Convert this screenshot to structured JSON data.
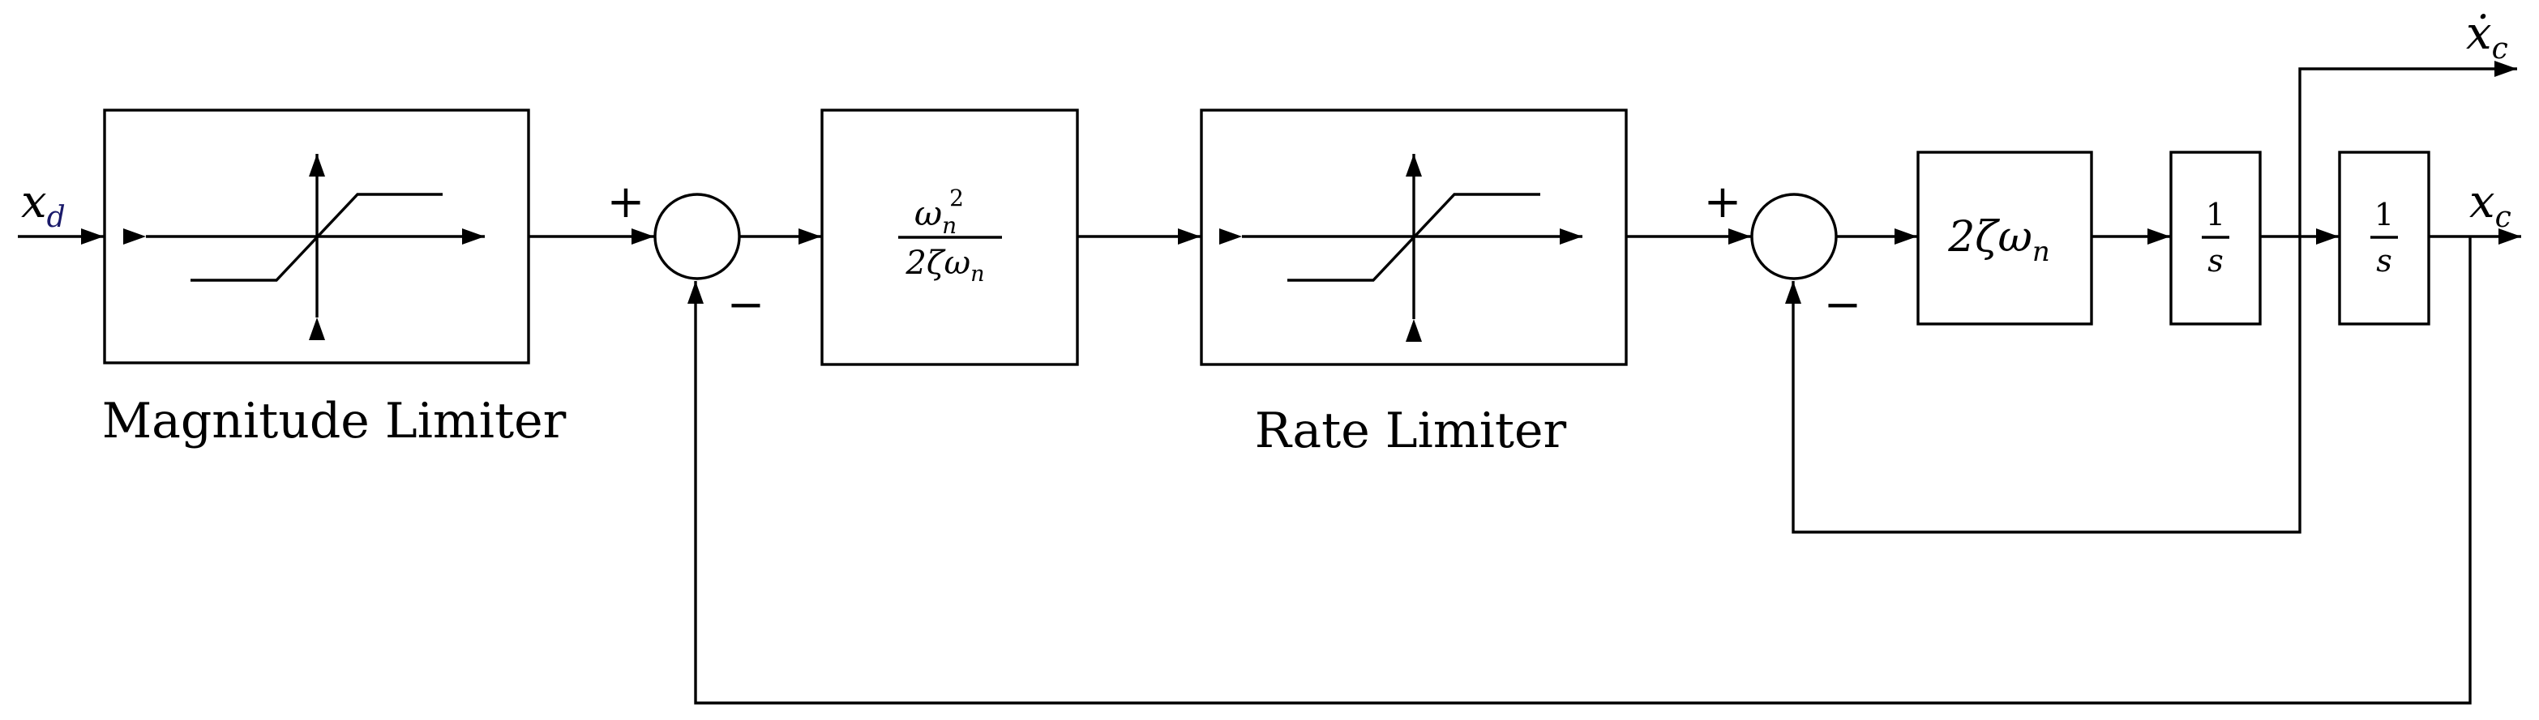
{
  "signals": {
    "input": {
      "base": "x",
      "sub": "d"
    },
    "output": {
      "base": "x",
      "sub": "c"
    },
    "output_rate": {
      "base": "ẋ",
      "sub": "c"
    }
  },
  "blocks": {
    "magnitude_limiter": {
      "label": "Magnitude Limiter"
    },
    "rate_limiter": {
      "label": "Rate Limiter"
    },
    "gain_forward": {
      "num_base": "ω",
      "num_sub": "n",
      "num_sup": "2",
      "den_prefix": "2ζω",
      "den_sub": "n"
    },
    "gain_inner": {
      "prefix": "2ζω",
      "sub": "n"
    },
    "integrator_1": {
      "num": "1",
      "den": "s"
    },
    "integrator_2": {
      "num": "1",
      "den": "s"
    }
  },
  "summers": {
    "outer": {
      "plus": "+",
      "minus": "−"
    },
    "inner": {
      "plus": "+",
      "minus": "−"
    }
  }
}
